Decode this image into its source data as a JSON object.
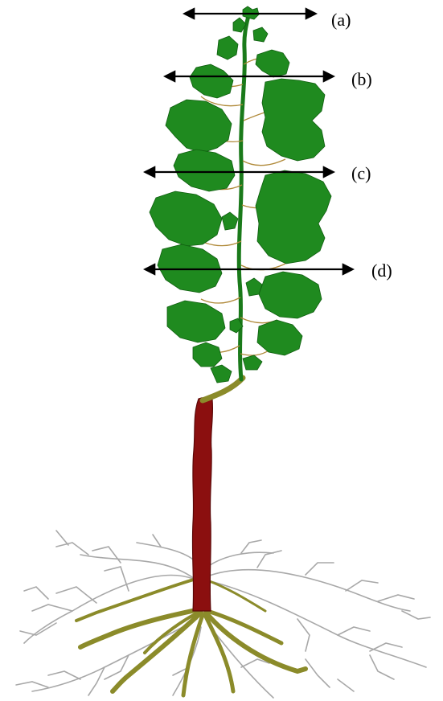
{
  "labels": {
    "a": "(a)",
    "b": "(b)",
    "c": "(c)",
    "d": "(d)"
  },
  "colors": {
    "leaf": "#1f8a1f",
    "stem": "#1a7a1a",
    "tendril": "#b08a3a",
    "trunk": "#8b0f0f",
    "main_root": "#8b8b2a",
    "fine_root": "#a8a8a8",
    "arrow": "#000000",
    "background": "#ffffff"
  }
}
